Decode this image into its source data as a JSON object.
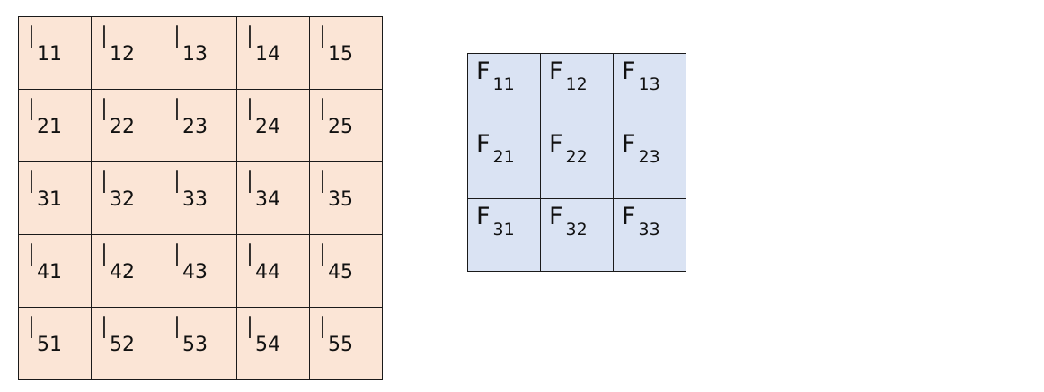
{
  "input_matrix": {
    "symbol": "I",
    "background": "#fbe5d6",
    "rows": [
      [
        "11",
        "12",
        "13",
        "14",
        "15"
      ],
      [
        "21",
        "22",
        "23",
        "24",
        "25"
      ],
      [
        "31",
        "32",
        "33",
        "34",
        "35"
      ],
      [
        "41",
        "42",
        "43",
        "44",
        "45"
      ],
      [
        "51",
        "52",
        "53",
        "54",
        "55"
      ]
    ]
  },
  "filter_matrix": {
    "symbol": "F",
    "background": "#dae3f3",
    "rows": [
      [
        "11",
        "12",
        "13"
      ],
      [
        "21",
        "22",
        "23"
      ],
      [
        "31",
        "32",
        "33"
      ]
    ]
  }
}
